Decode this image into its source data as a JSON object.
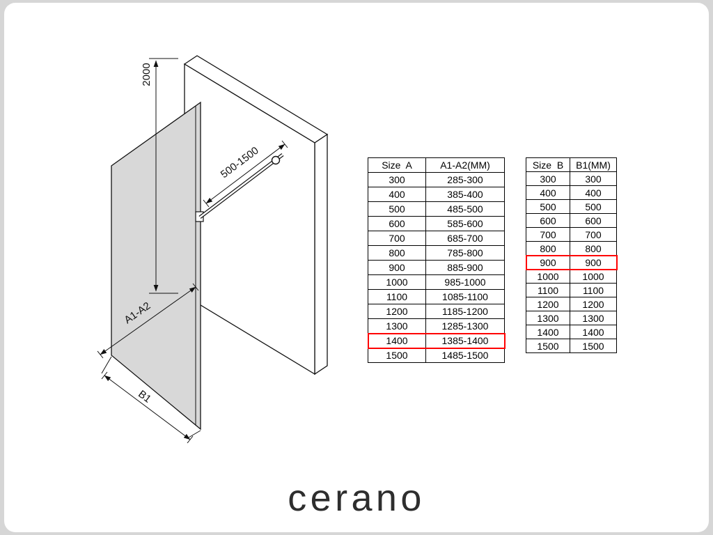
{
  "colors": {
    "highlight": "#ff0000"
  },
  "brand": {
    "logo_text": "cerano"
  },
  "diagram": {
    "labels": {
      "height": "2000",
      "bar_range": "500-1500",
      "width_a": "A1-A2",
      "width_b": "B1"
    }
  },
  "table_a": {
    "headers": [
      "Size  A",
      "A1-A2(MM)"
    ],
    "rows": [
      [
        "300",
        "285-300"
      ],
      [
        "400",
        "385-400"
      ],
      [
        "500",
        "485-500"
      ],
      [
        "600",
        "585-600"
      ],
      [
        "700",
        "685-700"
      ],
      [
        "800",
        "785-800"
      ],
      [
        "900",
        "885-900"
      ],
      [
        "1000",
        "985-1000"
      ],
      [
        "1100",
        "1085-1100"
      ],
      [
        "1200",
        "1185-1200"
      ],
      [
        "1300",
        "1285-1300"
      ],
      [
        "1400",
        "1385-1400"
      ],
      [
        "1500",
        "1485-1500"
      ]
    ],
    "highlight_row": 11
  },
  "table_b": {
    "headers": [
      "Size  B",
      "B1(MM)"
    ],
    "rows": [
      [
        "300",
        "300"
      ],
      [
        "400",
        "400"
      ],
      [
        "500",
        "500"
      ],
      [
        "600",
        "600"
      ],
      [
        "700",
        "700"
      ],
      [
        "800",
        "800"
      ],
      [
        "900",
        "900"
      ],
      [
        "1000",
        "1000"
      ],
      [
        "1100",
        "1100"
      ],
      [
        "1200",
        "1200"
      ],
      [
        "1300",
        "1300"
      ],
      [
        "1400",
        "1400"
      ],
      [
        "1500",
        "1500"
      ]
    ],
    "highlight_row": 6
  }
}
